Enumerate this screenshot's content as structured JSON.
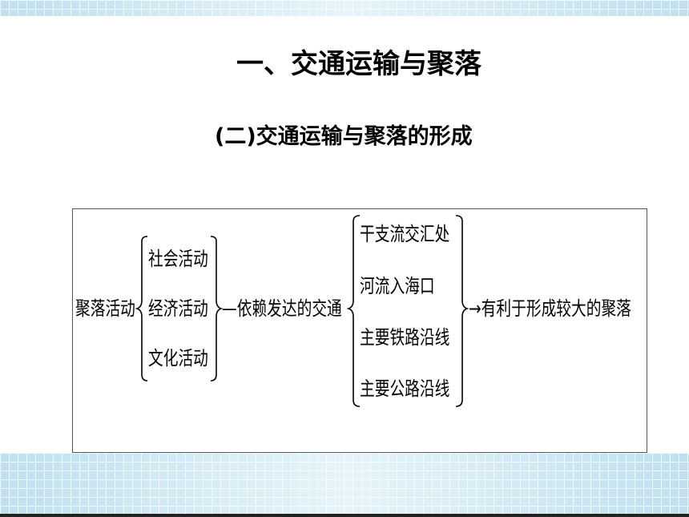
{
  "title": "一、交通运输与聚落",
  "subtitle": "(二)交通运输与聚落的形成",
  "diagram": {
    "root": "聚落活动",
    "activities": [
      "社会活动",
      "经济活动",
      "文化活动"
    ],
    "dependency": "—依赖发达的交通",
    "locations": [
      "干支流交汇处",
      "河流入海口",
      "主要铁路沿线",
      "主要公路沿线"
    ],
    "result": "→有利于形成较大的聚落"
  }
}
